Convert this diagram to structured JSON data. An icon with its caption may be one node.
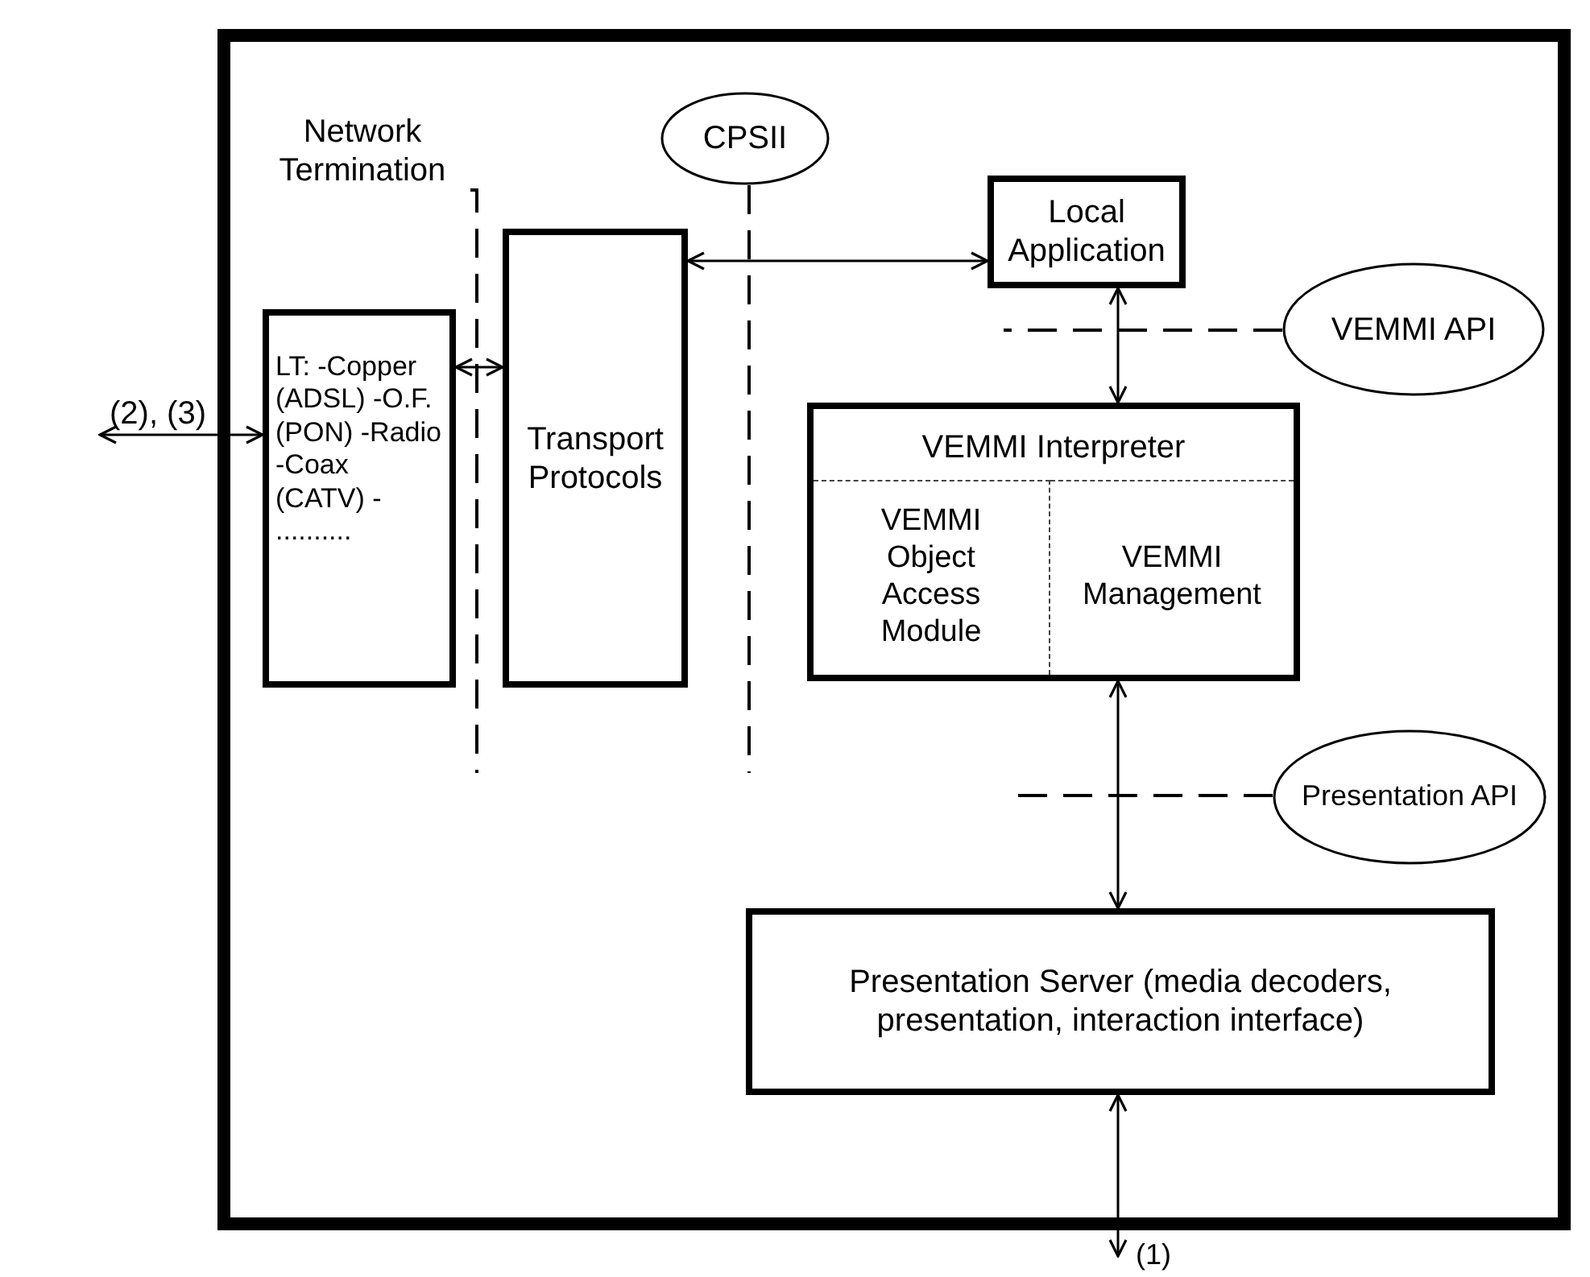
{
  "diagram": {
    "nodes": [
      {
        "text": [],
        "shape": "box"
      },
      {
        "text": [
          "Network Termination"
        ],
        "in": 0
      },
      {
        "text": [
          "CPSII"
        ],
        "in": 0
      },
      {
        "text": [
          "LT: -Copper (ADSL) -O.F.(PON) -Radio -Coax (CATV) - .........."
        ],
        "in": 0
      },
      {
        "text": [
          "Transport Protocols"
        ],
        "in": 0
      },
      {
        "text": [
          "Local Application"
        ],
        "in": 0
      },
      {
        "text": [
          "VEMMI API"
        ],
        "in": 0
      },
      {
        "text": [
          "VEMMI Interpreter"
        ],
        "in": 0
      },
      {
        "text": [
          "VEMMI Object Access Module"
        ],
        "in": 7
      },
      {
        "text": [
          "VEMMI Management"
        ],
        "in": 7
      },
      {
        "text": [
          "Presentation API"
        ],
        "in": 0
      },
      {
        "text": [
          "Presentation Server (media decoders, presentation, interaction interface)"
        ],
        "in": 0
      },
      {
        "text": [
          "(2), (3)"
        ]
      },
      {
        "text": [
          "(1)"
        ]
      }
    ],
    "edges": [
      {
        "from": 12,
        "to": 3,
        "arrow": "both"
      },
      {
        "from": 3,
        "to": 4,
        "arrow": "both"
      },
      {
        "from": 4,
        "to": 5,
        "arrow": "both"
      },
      {
        "from": 5,
        "to": 7,
        "arrow": "both"
      },
      {
        "from": 7,
        "to": 11,
        "arrow": "both"
      },
      {
        "from": 11,
        "to": 13,
        "arrow": "both"
      },
      {
        "from": 1,
        "to": null,
        "arrow": "none",
        "style": "dashed"
      },
      {
        "from": 2,
        "to": null,
        "arrow": "none",
        "style": "dashed"
      },
      {
        "from": 6,
        "to": null,
        "arrow": "none",
        "style": "dashed"
      },
      {
        "from": 10,
        "to": null,
        "arrow": "none",
        "style": "dashed"
      }
    ]
  }
}
